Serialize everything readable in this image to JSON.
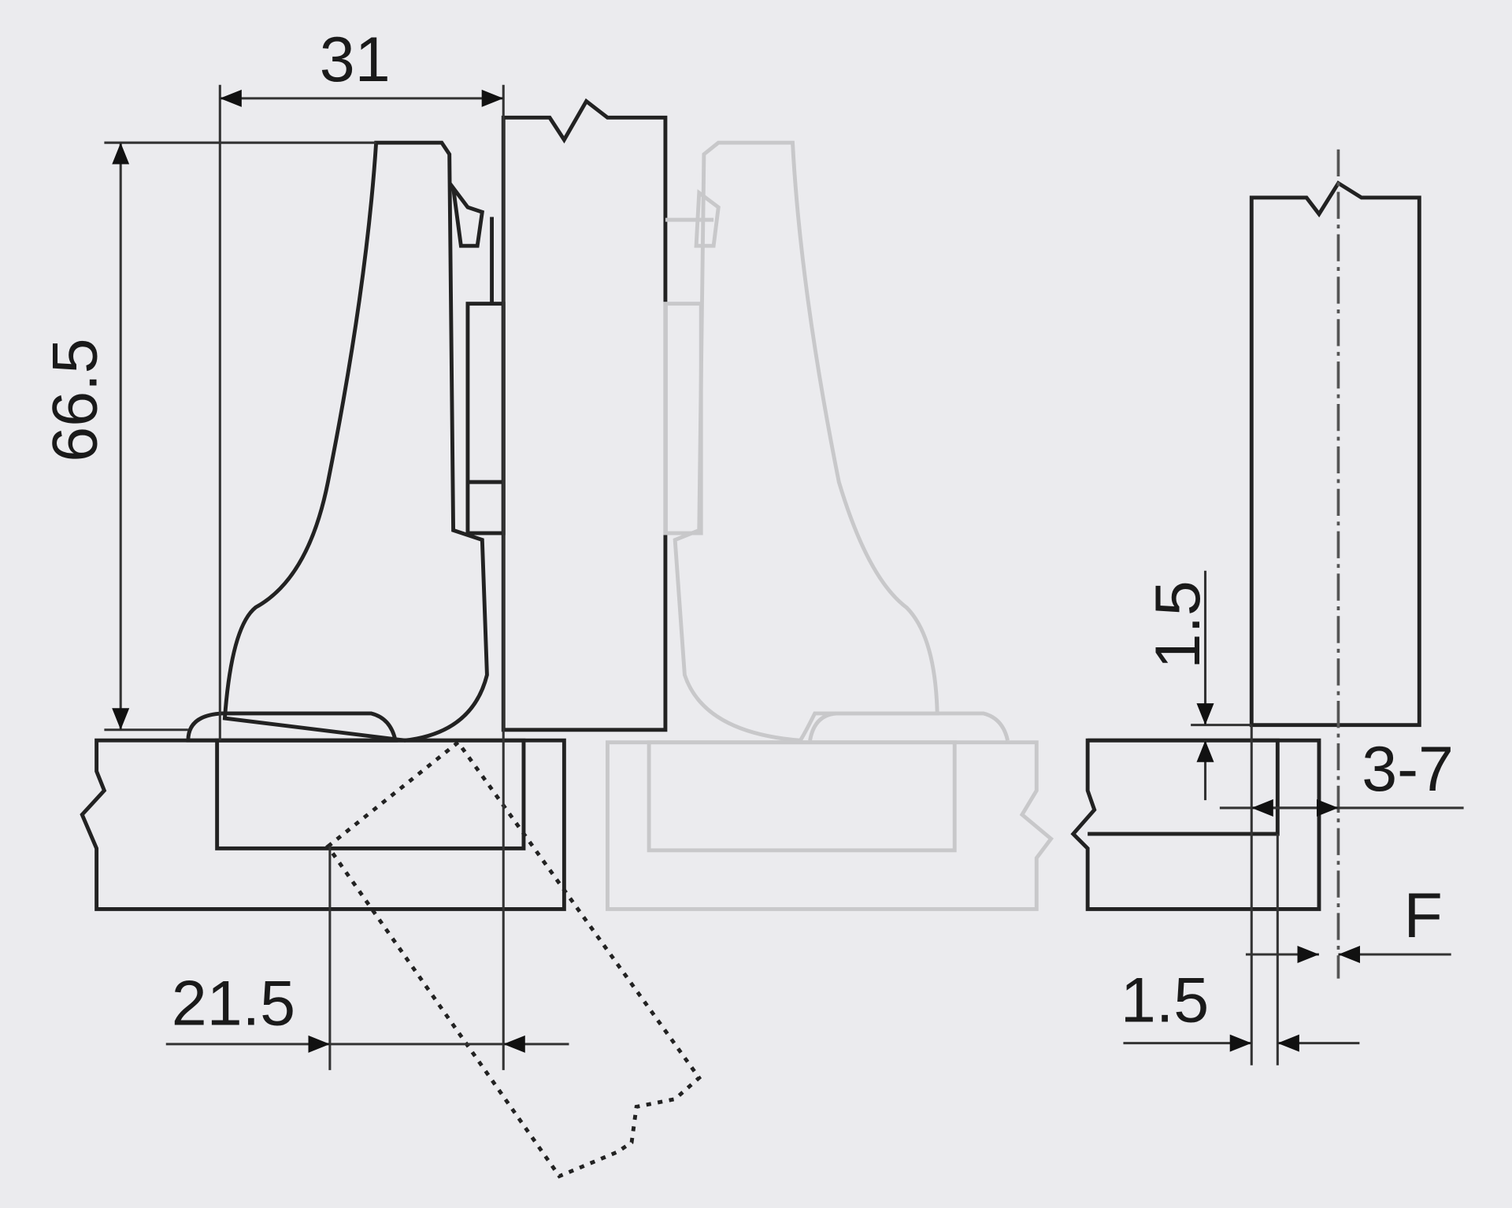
{
  "title": "Concealed hinge mounting dimensions",
  "dimensions": {
    "hinge_width": "31",
    "hinge_height": "66.5",
    "cup_offset": "21.5",
    "overlay_gap": "1.5",
    "drilling_distance": "3-7",
    "overlay_label": "F",
    "door_gap": "1.5"
  },
  "colors": {
    "background": "#ebebee",
    "panel": "#d9d9d9",
    "line": "#222222",
    "ghost": "#c8c8ca"
  }
}
